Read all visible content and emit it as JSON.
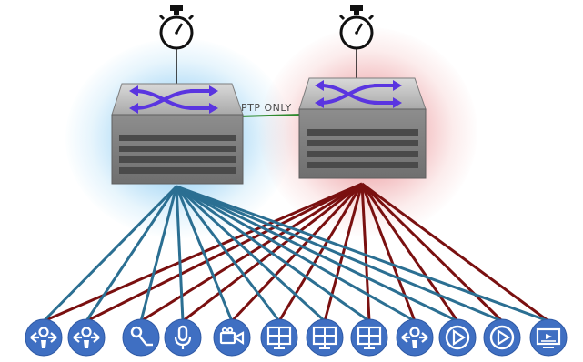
{
  "diagram": {
    "link_label": "PTP ONLY",
    "colors": {
      "blue_link": "#2b6f92",
      "red_link": "#7a1010",
      "ptp_link": "#2f8a2f",
      "device_fill": "#3f6fc2",
      "switch_arrows": "#5a35e0"
    },
    "switches": [
      {
        "name": "left-switch",
        "glow": "blue",
        "clock_icon": "stopwatch-icon"
      },
      {
        "name": "right-switch",
        "glow": "red",
        "clock_icon": "stopwatch-icon"
      }
    ],
    "devices": [
      {
        "icon": "ptz-camera-icon"
      },
      {
        "icon": "ptz-camera-icon"
      },
      {
        "icon": "lavalier-mic-icon"
      },
      {
        "icon": "microphone-icon"
      },
      {
        "icon": "video-camera-icon"
      },
      {
        "icon": "multiviewer-icon"
      },
      {
        "icon": "multiviewer-icon"
      },
      {
        "icon": "multiviewer-icon"
      },
      {
        "icon": "ptz-camera-icon"
      },
      {
        "icon": "playback-icon"
      },
      {
        "icon": "playback-icon"
      },
      {
        "icon": "display-icon"
      }
    ]
  }
}
